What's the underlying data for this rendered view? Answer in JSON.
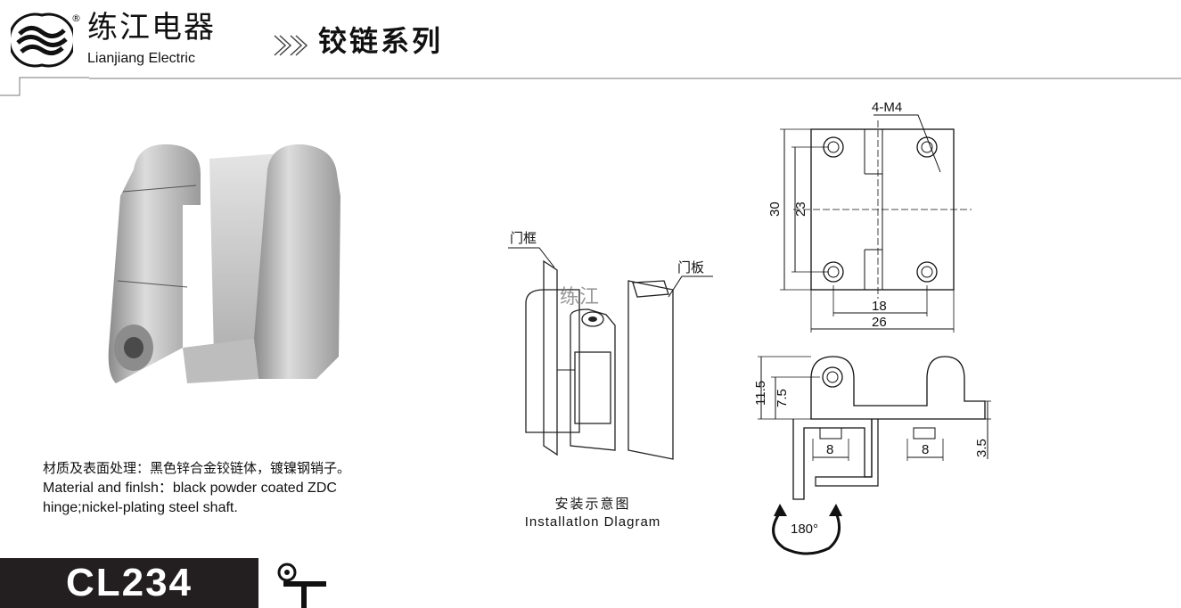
{
  "header": {
    "brand_cn": "练江电器",
    "brand_en": "Lianjiang Electric",
    "reg_mark": "®",
    "series_title": "铰链系列"
  },
  "product": {
    "model": "CL234",
    "material_cn": "材质及表面处理：黑色锌合金铰链体，镀镍钢销子。",
    "material_en_line1": "Material and finlsh：black powder coated ZDC",
    "material_en_line2": "hinge;nickel-plating steel shaft."
  },
  "installation": {
    "label_frame": "门框",
    "label_door": "门板",
    "watermark": "练江",
    "caption_cn": "安装示意图",
    "caption_en": "Installatlon Dlagram"
  },
  "dimensions": {
    "thread": "4-M4",
    "height_30": "30",
    "height_23": "23",
    "width_18": "18",
    "width_26": "26",
    "side_11_5": "11.5",
    "side_7_5": "7.5",
    "side_8_left": "8",
    "side_8_right": "8",
    "side_3_5": "3.5",
    "rotation": "180°"
  },
  "icons": {
    "logo": "lianjiang-wave-logo",
    "model_icon": "hinge-symbol-icon"
  },
  "colors": {
    "model_box": "#231f20",
    "line": "#111111"
  }
}
